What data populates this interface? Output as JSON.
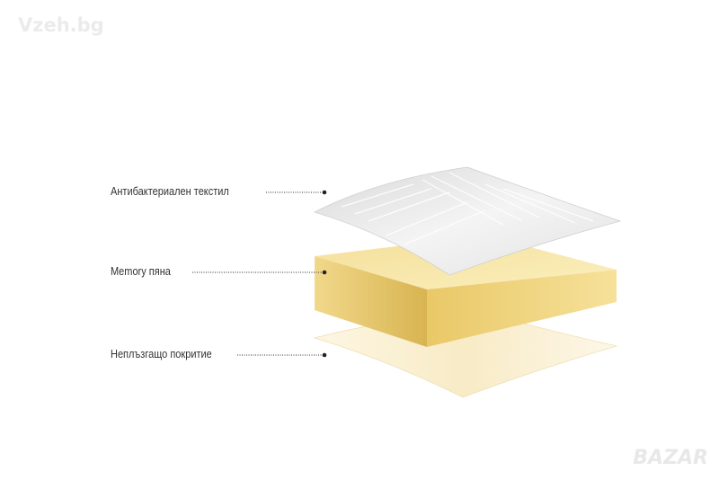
{
  "watermark": "Vzeh.bg",
  "corner_logo": "BAZAR",
  "layers": [
    {
      "label": "Антибактериален текстил",
      "color": "#f0f0f0"
    },
    {
      "label": "Memory пяна",
      "color": "#f6e39a"
    },
    {
      "label": "Неплъзгащо покритие",
      "color": "#fbf1d2"
    }
  ]
}
